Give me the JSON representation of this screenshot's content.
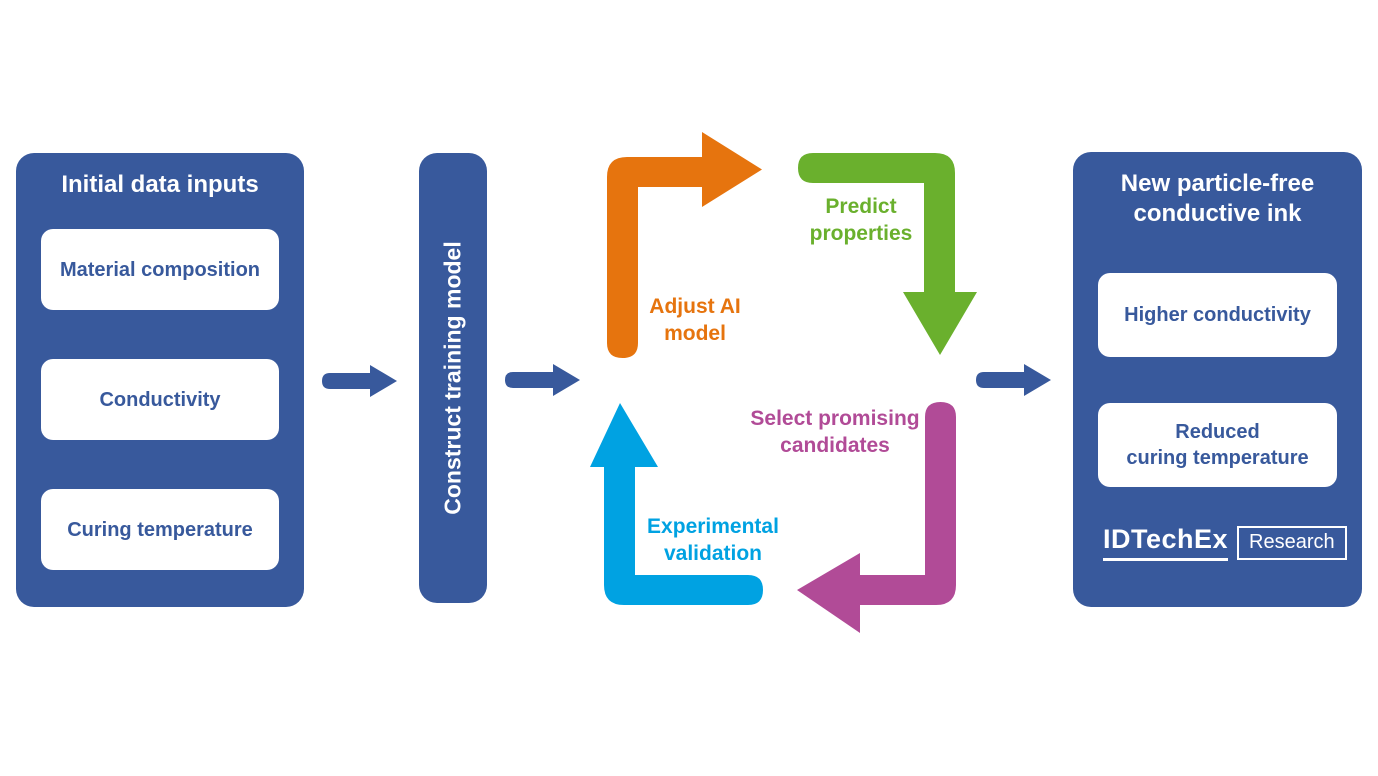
{
  "colors": {
    "blue": "#38599c",
    "orange": "#e6740e",
    "green": "#6ab02d",
    "cyan": "#00a2e2",
    "magenta": "#b14b97"
  },
  "left_panel": {
    "title": "Initial data inputs",
    "items": [
      "Material composition",
      "Conductivity",
      "Curing temperature"
    ]
  },
  "training_bar": {
    "label": "Construct training model"
  },
  "cycle": {
    "steps": [
      {
        "name": "adjust-ai-model",
        "label": "Adjust AI\nmodel",
        "color": "#e6740e"
      },
      {
        "name": "predict-properties",
        "label": "Predict\nproperties",
        "color": "#6ab02d"
      },
      {
        "name": "select-promising-candidates",
        "label": "Select promising\ncandidates",
        "color": "#b14b97"
      },
      {
        "name": "experimental-validation",
        "label": "Experimental\nvalidation",
        "color": "#00a2e2"
      }
    ]
  },
  "right_panel": {
    "title": "New particle-free\nconductive ink",
    "items": [
      "Higher conductivity",
      "Reduced\ncuring temperature"
    ]
  },
  "logo": {
    "brand": "IDTechEx",
    "suffix": "Research"
  }
}
